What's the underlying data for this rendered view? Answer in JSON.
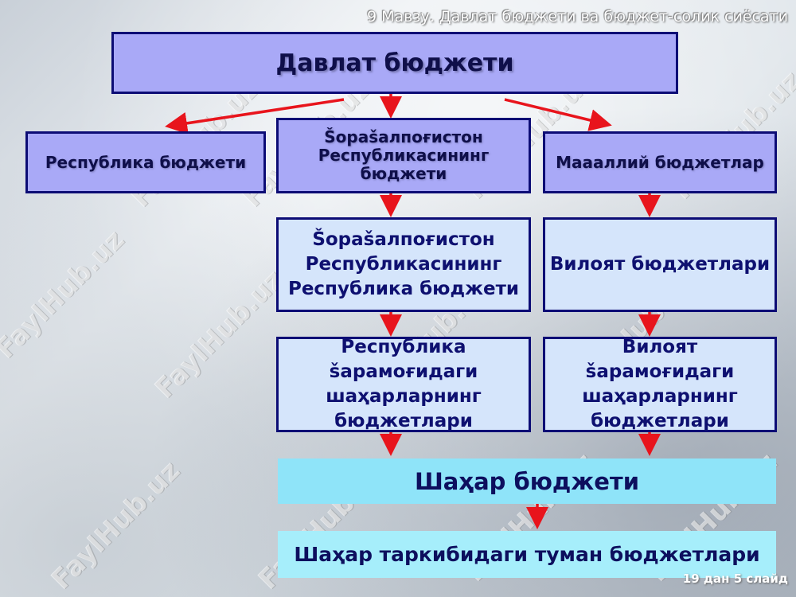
{
  "header": {
    "title": "9 Мавзу. Давлат бюджети ва бюджет-солик сиёсати"
  },
  "nodes": {
    "state_budget": "Давлат бюджети",
    "republic_budget": "Республика бюджети",
    "karakalpak_budget": "Šораšалпоғистон Республикасининг бюджети",
    "local_budgets": "Маааллий бюджетлар",
    "karakalpak_republic_budget": "Šораšалпоғистон Республикасининг Республика бюджети",
    "regional_budgets": "Вилоят бюджетлари",
    "republic_city_budgets": "Республика šарамоғидаги шаҳарларнинг бюджетлари",
    "regional_city_budgets": "Вилоят šарамоғидаги шаҳарларнинг бюджетлари",
    "city_budget": "Шаҳар бюджети",
    "district_budgets": "Шаҳар таркибидаги туман бюджетлари"
  },
  "footer": {
    "slide": "19 дан 5 слайд"
  },
  "watermark": "FaylHub.uz",
  "colors": {
    "box_dark": "#a9a9f7",
    "box_light": "#d5e5fb",
    "box_cyan": "#8fe4f9",
    "border": "#0c0c75",
    "arrow": "#e8141c"
  }
}
